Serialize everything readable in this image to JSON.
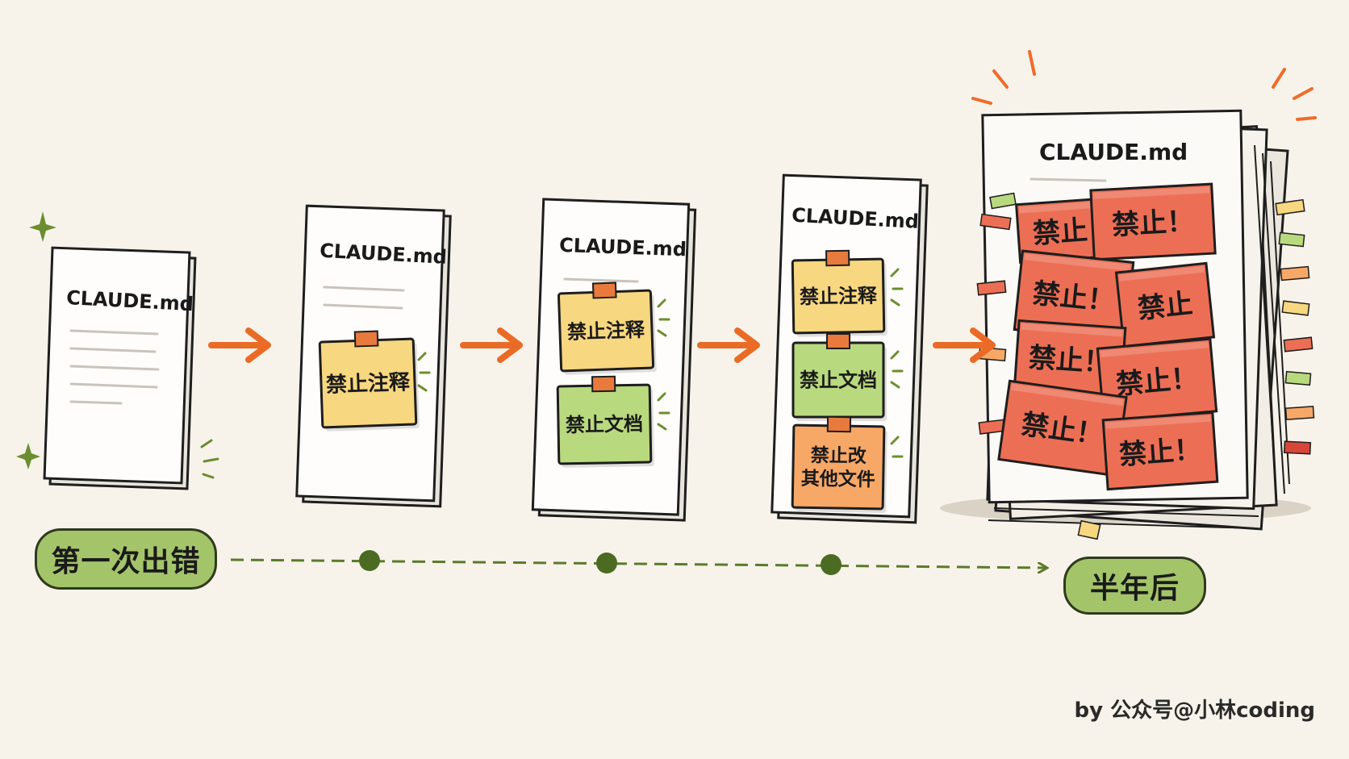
{
  "doc_title": "CLAUDE.md",
  "stages": [
    {
      "notes": []
    },
    {
      "notes": [
        {
          "lines": [
            "禁止注释"
          ],
          "color": "#f7d77f"
        }
      ]
    },
    {
      "notes": [
        {
          "lines": [
            "禁止注释"
          ],
          "color": "#f7d77f"
        },
        {
          "lines": [
            "禁止文档"
          ],
          "color": "#b9d97e"
        }
      ]
    },
    {
      "notes": [
        {
          "lines": [
            "禁止注释"
          ],
          "color": "#f7d77f"
        },
        {
          "lines": [
            "禁止文档"
          ],
          "color": "#b9d97e"
        },
        {
          "lines": [
            "禁止改",
            "其他文件"
          ],
          "color": "#f7a867"
        }
      ]
    }
  ],
  "final_stage": {
    "notes": [
      {
        "label": "禁止"
      },
      {
        "label": "禁止！"
      },
      {
        "label": "禁止！"
      },
      {
        "label": "禁止"
      },
      {
        "label": "禁止！"
      },
      {
        "label": "禁止！"
      },
      {
        "label": "禁止！"
      },
      {
        "label": "禁止！"
      }
    ],
    "note_color": "#ec6f55"
  },
  "timeline": {
    "start_label": "第一次出错",
    "end_label": "半年后"
  },
  "credit": "by 公众号@小林coding",
  "colors": {
    "arrow": "#ea6b26",
    "timeline": "#5b7a2b",
    "pill_fill": "#a4c46a",
    "tape": "#e87a3e",
    "spark": "#f06b2a",
    "accent_green": "#6b8e2f"
  }
}
